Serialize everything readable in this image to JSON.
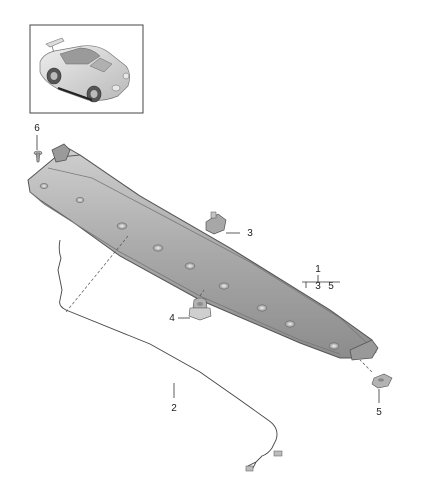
{
  "callouts": {
    "c1": "1",
    "c2": "2",
    "c3": "3",
    "c3b": "3",
    "c4": "4",
    "c5": "5",
    "c5b": "5",
    "c6": "6"
  },
  "colors": {
    "panel_light": "#c9c9c9",
    "panel_mid": "#a8a8a8",
    "panel_dark": "#8a8a8a",
    "line": "#333333",
    "thumbnail_border": "#444444"
  },
  "icons": {
    "thumbnail": "car-thumbnail-icon",
    "screw": "screw-icon",
    "bracket": "bracket-icon",
    "clip": "clip-icon",
    "nut": "nut-icon"
  }
}
